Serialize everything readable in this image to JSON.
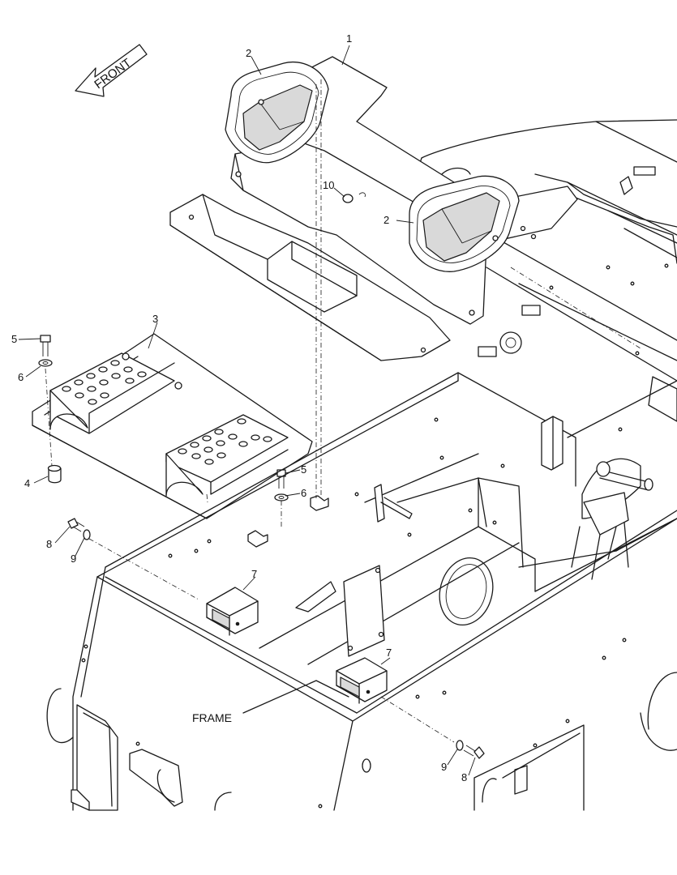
{
  "diagram": {
    "front_label": "FRONT",
    "frame_label": "FRAME",
    "callouts": [
      {
        "id": "c1",
        "text": "1"
      },
      {
        "id": "c2a",
        "text": "2"
      },
      {
        "id": "c2b",
        "text": "2"
      },
      {
        "id": "c3",
        "text": "3"
      },
      {
        "id": "c4",
        "text": "4"
      },
      {
        "id": "c5a",
        "text": "5"
      },
      {
        "id": "c5b",
        "text": "5"
      },
      {
        "id": "c6a",
        "text": "6"
      },
      {
        "id": "c6b",
        "text": "6"
      },
      {
        "id": "c7a",
        "text": "7"
      },
      {
        "id": "c7b",
        "text": "7"
      },
      {
        "id": "c8a",
        "text": "8"
      },
      {
        "id": "c8b",
        "text": "8"
      },
      {
        "id": "c9a",
        "text": "9"
      },
      {
        "id": "c9b",
        "text": "9"
      },
      {
        "id": "c10",
        "text": "10"
      }
    ]
  }
}
